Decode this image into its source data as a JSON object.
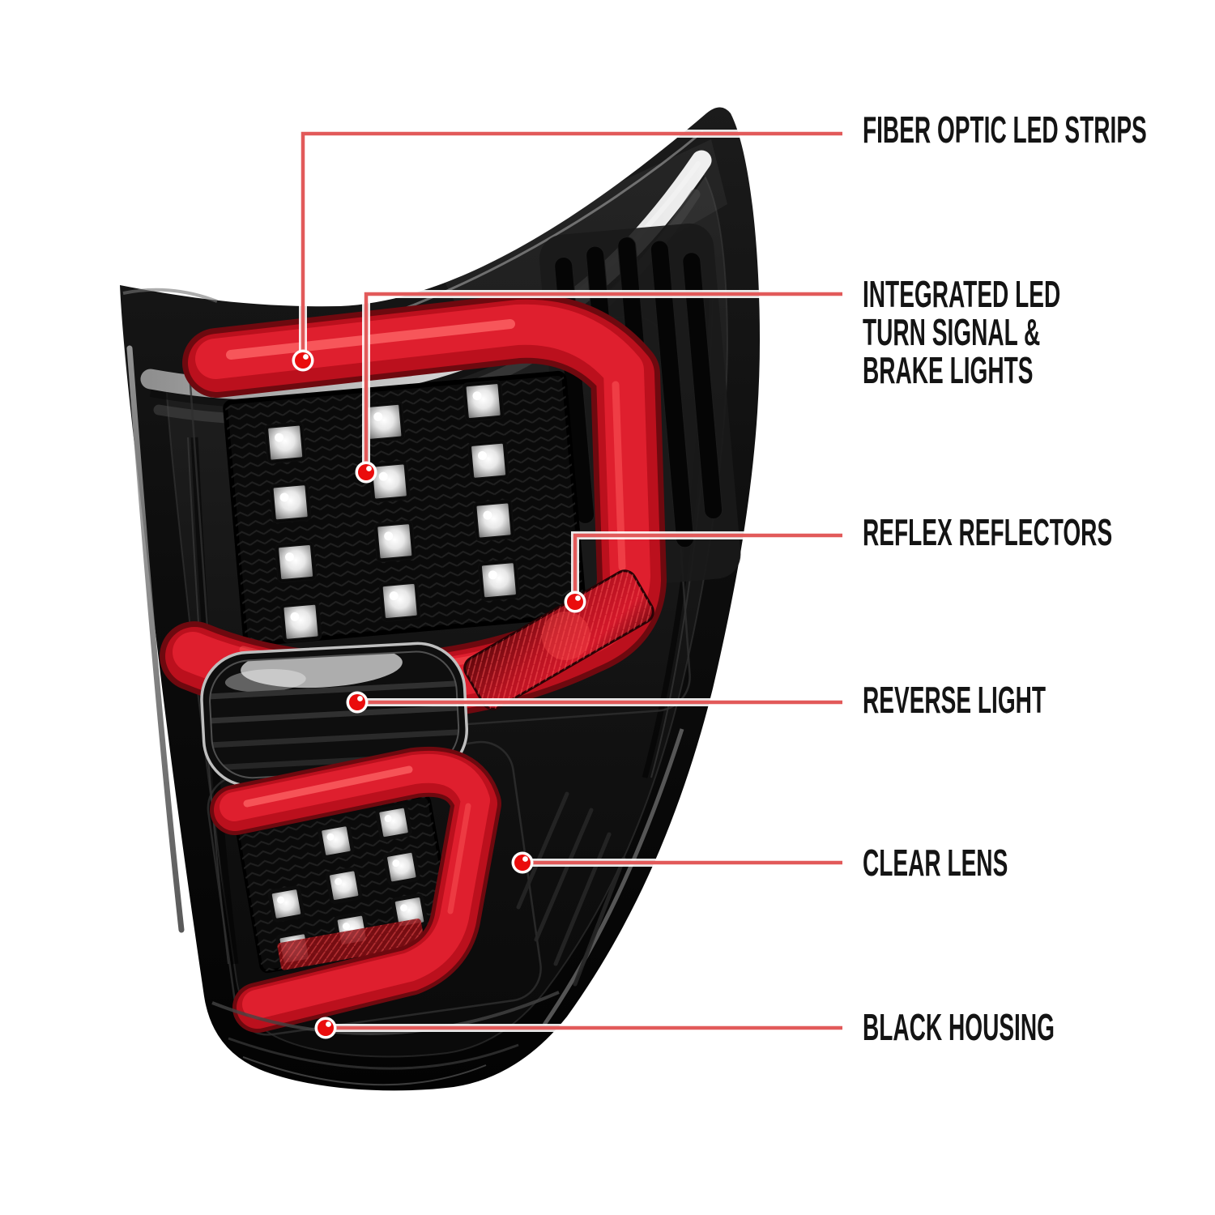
{
  "page": {
    "background": "#ffffff"
  },
  "callouts": [
    {
      "id": "fiber-optic-led-strips",
      "lines": [
        "FIBER OPTIC LED STRIPS"
      ]
    },
    {
      "id": "integrated-led-turn-signal-brake-lights",
      "lines": [
        "INTEGRATED LED",
        "TURN SIGNAL &",
        "BRAKE LIGHTS"
      ]
    },
    {
      "id": "reflex-reflectors",
      "lines": [
        "REFLEX REFLECTORS"
      ]
    },
    {
      "id": "reverse-light",
      "lines": [
        "REVERSE LIGHT"
      ]
    },
    {
      "id": "clear-lens",
      "lines": [
        "CLEAR LENS"
      ]
    },
    {
      "id": "black-housing",
      "lines": [
        "BLACK HOUSING"
      ]
    }
  ],
  "colors": {
    "callout_line": "#e25a5a",
    "callout_dot": "#ea0c0c",
    "label_text": "#141414",
    "light_bar_red": "#c41322",
    "housing_black": "#0a0a0a"
  }
}
